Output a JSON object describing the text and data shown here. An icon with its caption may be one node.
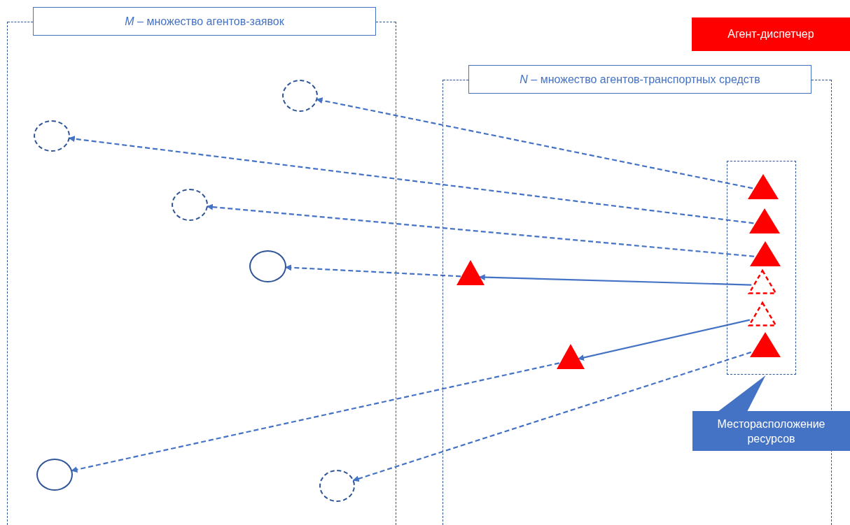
{
  "diagram": {
    "nodes": [
      {
        "text": [
          "*M* – множество агентов-заявок"
        ]
      },
      {
        "text": [
          "*N* – множество агентов-транспортных средств"
        ]
      },
      {
        "text": [
          "Агент-диспетчер"
        ]
      },
      {
        "text": [],
        "shape": "box",
        "in": 1
      },
      {
        "text": [
          "Месторасположение ресурсов"
        ]
      },
      {
        "text": [],
        "shape": "circle",
        "in": 0
      },
      {
        "text": [],
        "shape": "circle",
        "in": 0
      },
      {
        "text": [],
        "shape": "circle",
        "in": 0
      },
      {
        "text": [],
        "shape": "circle",
        "in": 0
      },
      {
        "text": [],
        "shape": "circle",
        "in": 0
      },
      {
        "text": [],
        "shape": "circle",
        "in": 0
      },
      {
        "text": [],
        "shape": "triangle",
        "in": 3
      },
      {
        "text": [],
        "shape": "triangle",
        "in": 3
      },
      {
        "text": [],
        "shape": "triangle",
        "in": 3
      },
      {
        "text": [],
        "shape": "triangle",
        "in": 3
      },
      {
        "text": [],
        "shape": "triangle",
        "in": 3
      },
      {
        "text": [],
        "shape": "triangle",
        "in": 3
      },
      {
        "text": [],
        "shape": "triangle",
        "in": 1
      },
      {
        "text": [],
        "shape": "triangle",
        "in": 1
      }
    ],
    "edges": [
      {
        "from": 11,
        "to": 5,
        "arrow": "to",
        "style": "dashed"
      },
      {
        "from": 12,
        "to": 6,
        "arrow": "to",
        "style": "dashed"
      },
      {
        "from": 13,
        "to": 7,
        "arrow": "to",
        "style": "dashed"
      },
      {
        "from": 17,
        "to": 8,
        "arrow": "to",
        "style": "dashed"
      },
      {
        "from": 14,
        "to": 17,
        "arrow": "to"
      },
      {
        "from": 15,
        "to": 18,
        "arrow": "to"
      },
      {
        "from": 18,
        "to": 9,
        "arrow": "to",
        "style": "dashed"
      },
      {
        "from": 16,
        "to": 10,
        "arrow": "to",
        "style": "dashed"
      },
      {
        "from": 4,
        "to": 3,
        "arrow": "to"
      }
    ]
  }
}
